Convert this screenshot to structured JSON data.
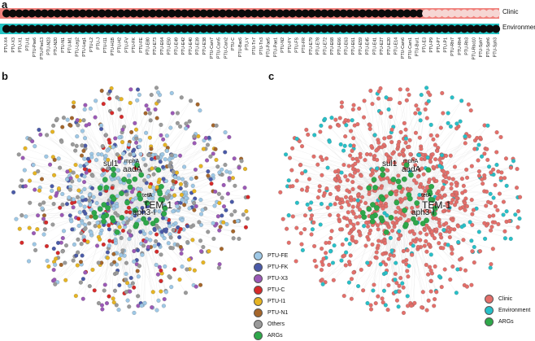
{
  "panels": {
    "a": "a",
    "b": "b",
    "c": "c"
  },
  "rows": {
    "clinic": {
      "label": "Clinic",
      "count_clinic_dark": 66,
      "count_light": 12
    },
    "environment": {
      "label": "Environment"
    }
  },
  "ptu_labels": [
    "PTU-X4",
    "PTU-X3",
    "PTU-X1",
    "PTU-I1",
    "PTU-Pse6",
    "PTU-Pse13",
    "PTU-N23",
    "PTU-N20",
    "PTU-N1",
    "PTU-M1",
    "PTU-Leg2",
    "PTU-Leg1",
    "PTU-L2",
    "PTU-J",
    "PTU-I11",
    "PTU-H1B",
    "PTU-H2",
    "PTU-FV",
    "PTU-FK",
    "PTU-FE",
    "PTU-E80",
    "PTU-E73",
    "PTU-E64",
    "PTU-E50",
    "PTU-E49",
    "PTU-E42",
    "PTU-E40",
    "PTU-E39",
    "PTU-E38",
    "PTU-Cam7",
    "PTU-Cam5",
    "PTU-Cam2",
    "PTU-C",
    "PTU-Bac6",
    "PTU-Y",
    "PTU-Tn7",
    "PTU-Tn3",
    "PTU-Pae5",
    "PTU-Pae1",
    "PTU-N2",
    "PTU-FY",
    "PTU-FS",
    "PTU-FR",
    "PTU-E79",
    "PTU-E78",
    "PTU-E72",
    "PTU-E68",
    "PTU-E66",
    "PTU-E63",
    "PTU-E61",
    "PTU-E59",
    "PTU-E45",
    "PTU-E41",
    "PTU-E27",
    "PTU-E20",
    "PTU-E14",
    "PTU-Cam6",
    "PTU-Cam1",
    "PTU-Bur1",
    "PTU-E3",
    "PTU-P9",
    "PTU-P7",
    "PTU-P1",
    "PTU-Rhi7",
    "PTU-Rh4",
    "PTU-Rh3",
    "PTU-Rbo10",
    "PTU-Sph7",
    "PTU-Sph6",
    "PTU-Sph3"
  ],
  "genes": {
    "sul1": "sul1",
    "mphA": "mphA",
    "aadA": "aadA",
    "tetA": "tetA",
    "tem1": "TEM-1",
    "aph3": "aph3-I"
  },
  "legend_b": [
    {
      "label": "PTU-FE",
      "color": "#9ec8e6"
    },
    {
      "label": "PTU-FK",
      "color": "#4a5aa8"
    },
    {
      "label": "PTU-X3",
      "color": "#9b59b6"
    },
    {
      "label": "PTU-C",
      "color": "#d62a2a"
    },
    {
      "label": "PTU-I1",
      "color": "#e6b422"
    },
    {
      "label": "PTU-N1",
      "color": "#a5662b"
    },
    {
      "label": "Others",
      "color": "#9a9a9a"
    },
    {
      "label": "ARGs",
      "color": "#2ea84a"
    }
  ],
  "legend_c": [
    {
      "label": "Clinic",
      "color": "#e46f6a"
    },
    {
      "label": "Environment",
      "color": "#27c0c8"
    },
    {
      "label": "ARGs",
      "color": "#2ea84a"
    }
  ],
  "colors": {
    "clinic_bar": "#f0817c",
    "env_bar": "#23c4c4",
    "dark_dot": "#0b0b0b",
    "light_dot": "#f6d6d3",
    "edge": "#c8c8c8"
  }
}
